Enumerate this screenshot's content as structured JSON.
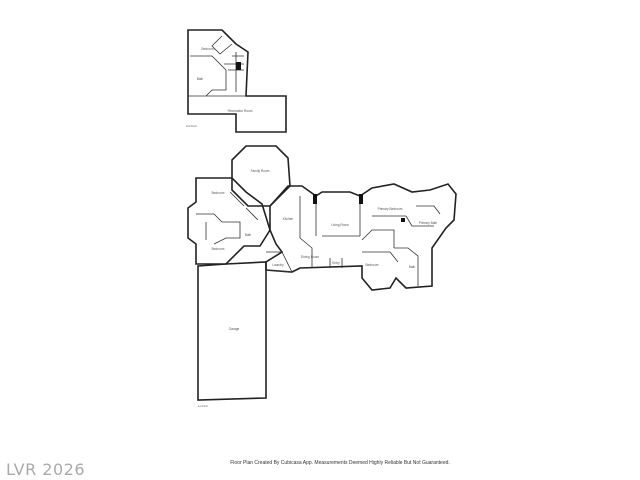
{
  "upper_floor": {
    "rooms": {
      "bedroom": "Bedroom",
      "bath": "Bath",
      "recreation_room": "Recreation Room"
    },
    "floor_label": "2nd Floor"
  },
  "main_floor": {
    "rooms": {
      "family_room": "Family Room",
      "bedroom_left_top": "Bedroom",
      "bedroom_left_bottom": "Bedroom",
      "bath_left": "Bath",
      "kitchen": "Kitchen",
      "living_room": "Living Room",
      "dining_room": "Dining Room",
      "primary_bedroom": "Primary Bedroom",
      "primary_bath": "Primary Bath",
      "bedroom_right": "Bedroom",
      "bath_right": "Bath",
      "laundry": "Laundry",
      "entry": "Entry",
      "garage": "Garage"
    },
    "floor_label": "1st Floor"
  },
  "watermark": "LVR 2026",
  "disclaimer": "Floor Plan Created By Cubicasa App. Measurements Deemed Highly Reliable But Not Guaranteed."
}
